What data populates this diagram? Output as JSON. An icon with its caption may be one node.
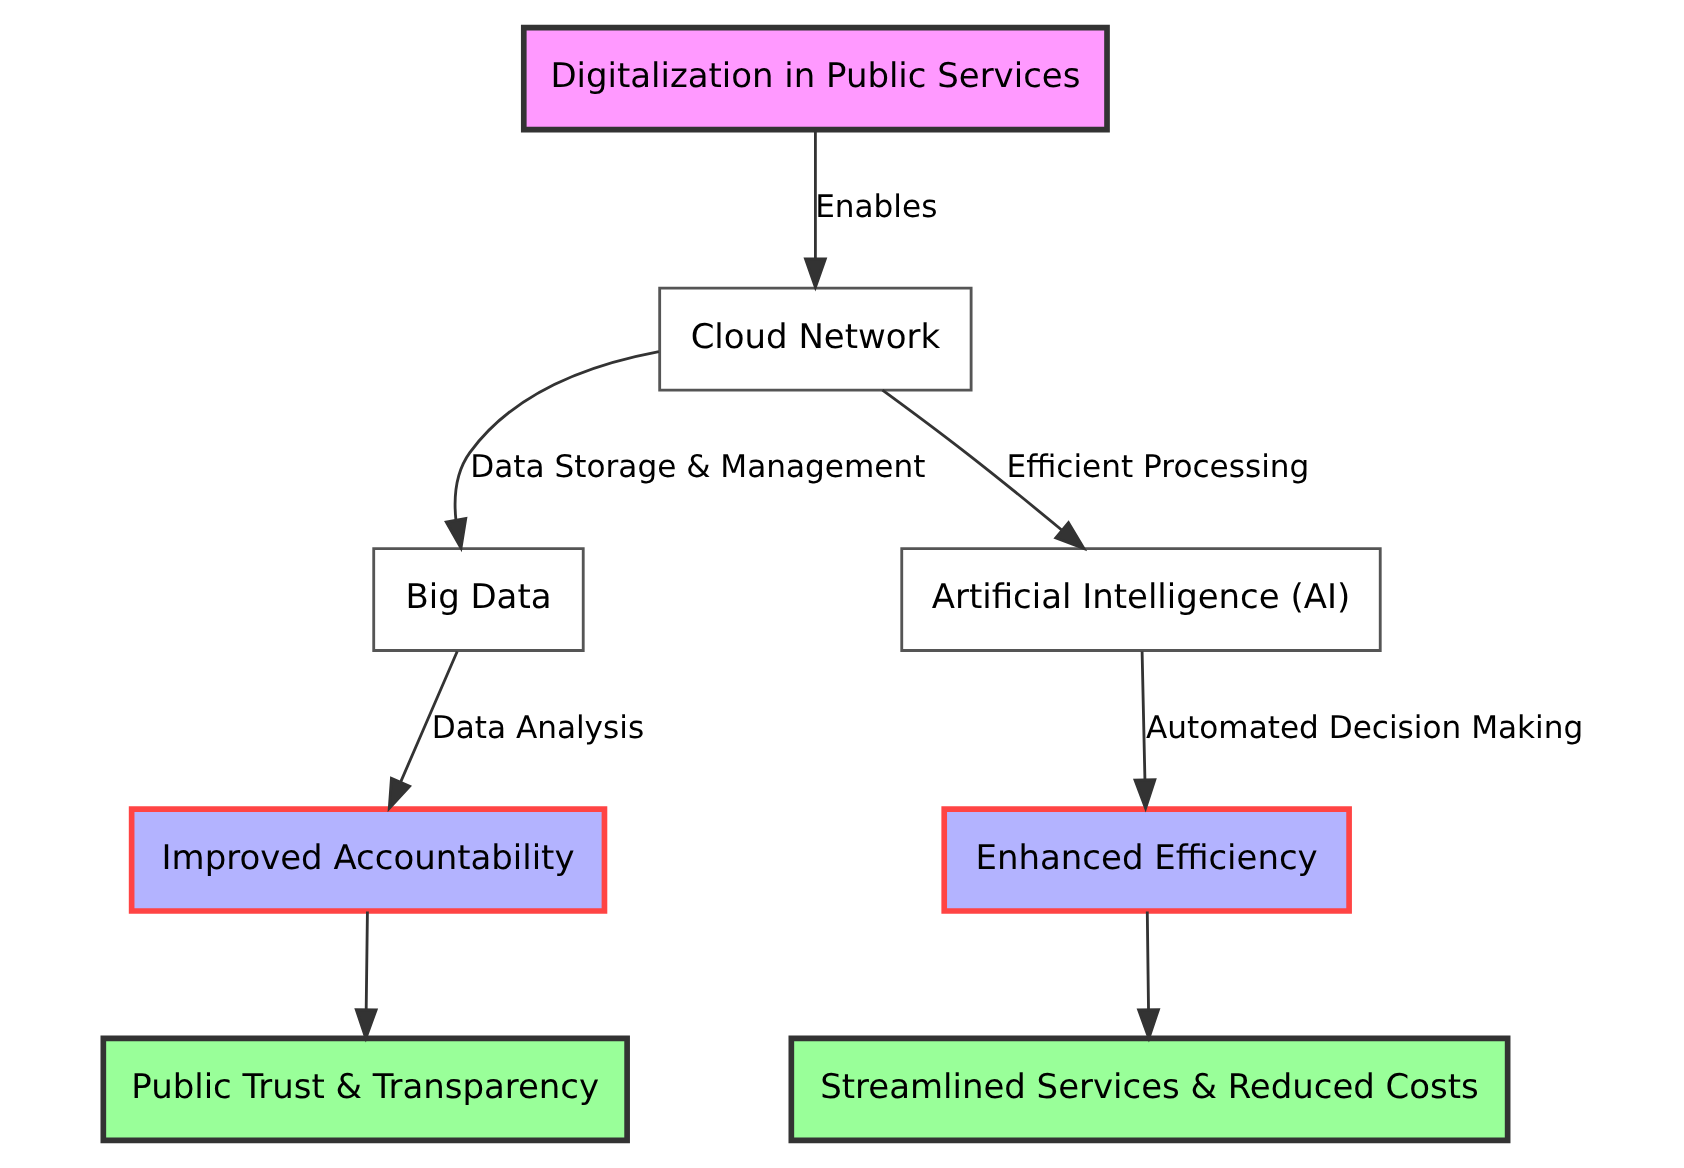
{
  "diagram": {
    "nodes": [
      {
        "text": [
          "Digitalization in Public Services"
        ]
      },
      {
        "text": [
          "Cloud Network"
        ]
      },
      {
        "text": [
          "Big Data"
        ]
      },
      {
        "text": [
          "Artificial Intelligence (AI)"
        ]
      },
      {
        "text": [
          "Improved Accountability"
        ]
      },
      {
        "text": [
          "Enhanced Efficiency"
        ]
      },
      {
        "text": [
          "Public Trust & Transparency"
        ]
      },
      {
        "text": [
          "Streamlined Services & Reduced Costs"
        ]
      }
    ],
    "edges": [
      {
        "from": 0,
        "to": 1,
        "arrow": "to",
        "label": "Enables"
      },
      {
        "from": 1,
        "to": 2,
        "arrow": "to",
        "label": "Data Storage & Management"
      },
      {
        "from": 1,
        "to": 3,
        "arrow": "to",
        "label": "Efficient Processing"
      },
      {
        "from": 2,
        "to": 4,
        "arrow": "to",
        "label": "Data Analysis"
      },
      {
        "from": 3,
        "to": 5,
        "arrow": "to",
        "label": "Automated Decision Making"
      },
      {
        "from": 4,
        "to": 6,
        "arrow": "to"
      },
      {
        "from": 5,
        "to": 7,
        "arrow": "to"
      }
    ]
  }
}
